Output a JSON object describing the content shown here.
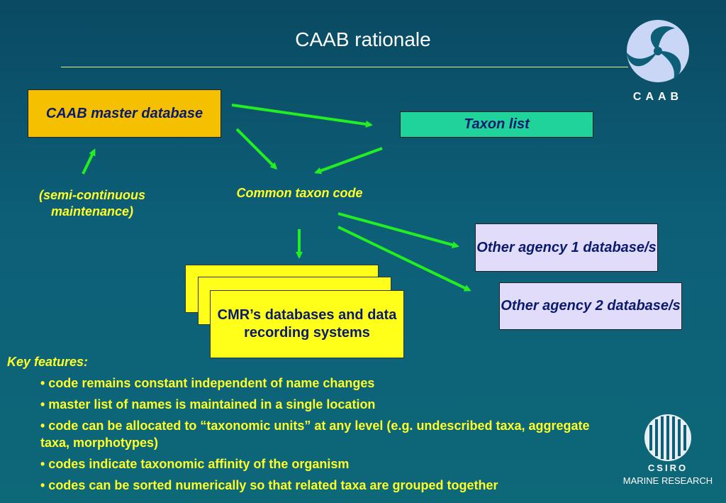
{
  "title": "CAAB rationale",
  "boxes": {
    "master": "CAAB  master database",
    "taxon": "Taxon list",
    "agency1": "Other agency 1 database/s",
    "agency2": "Other agency 2 database/s",
    "cmr": "CMR’s databases and data recording systems"
  },
  "labels": {
    "semi": "(semi-continuous maintenance)",
    "common": "Common taxon code"
  },
  "key_features": {
    "title": "Key features:",
    "items": [
      "• code remains constant independent of name changes",
      "• master list of names is maintained in a single location",
      "• code can be allocated to “taxonomic units” at any level (e.g. undescribed taxa, aggregate taxa, morphotypes)",
      "• codes indicate taxonomic affinity of the organism",
      "• codes can be sorted numerically so that related taxa are grouped together"
    ]
  },
  "logos": {
    "caab": "CAAB",
    "csiro": "CSIRO",
    "marine": "MARINE RESEARCH"
  },
  "colors": {
    "arrow": "#22ee22",
    "text_yellow": "#ffff2a",
    "master_fill": "#f5c000",
    "taxon_fill": "#1fd39a",
    "agency_fill": "#e2dcfb",
    "cmr_fill": "#ffff1a"
  }
}
